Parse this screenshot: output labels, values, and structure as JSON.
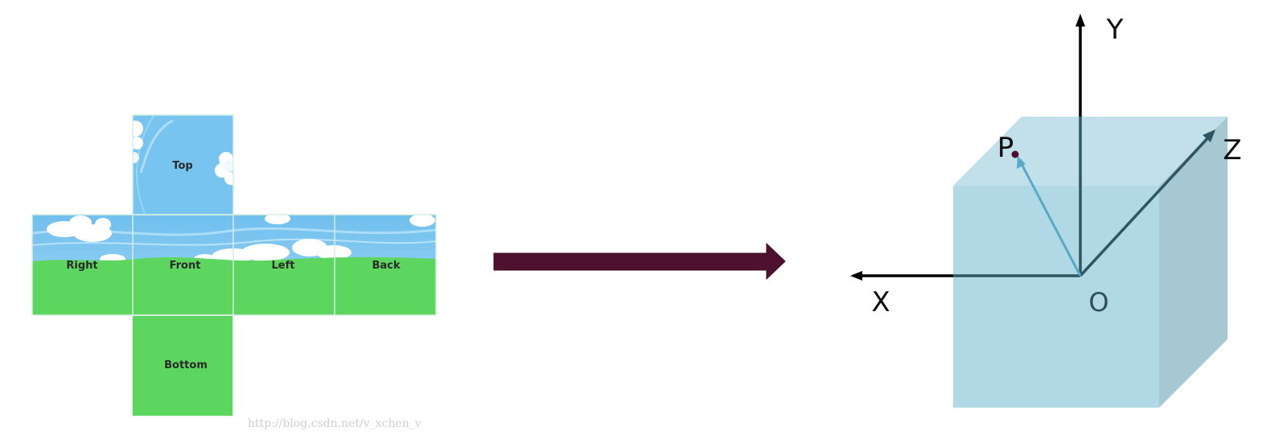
{
  "cubemap": {
    "faces": {
      "top": "Top",
      "right": "Right",
      "front": "Front",
      "left": "Left",
      "back": "Back",
      "bottom": "Bottom"
    },
    "colors": {
      "sky": "#78c4f0",
      "sky_light": "#a9dcf7",
      "grass": "#5cd65f",
      "cloud": "#ffffff",
      "grid_line": "#d8efe0"
    }
  },
  "arrow": {
    "color": "#4e1130"
  },
  "diagram": {
    "axes": {
      "x": "X",
      "y": "Y",
      "z": "Z"
    },
    "origin": "O",
    "point": "P",
    "colors": {
      "cube_front": "#b0d8e5",
      "cube_top": "#c1e0ea",
      "cube_side": "#a6c8d3",
      "axis": "#000000",
      "inner_axis": "#2e5663",
      "vector_p": "#5aa8c8",
      "point": "#4a1030"
    }
  },
  "watermark": "http://blog.csdn.net/v_xchen_v"
}
